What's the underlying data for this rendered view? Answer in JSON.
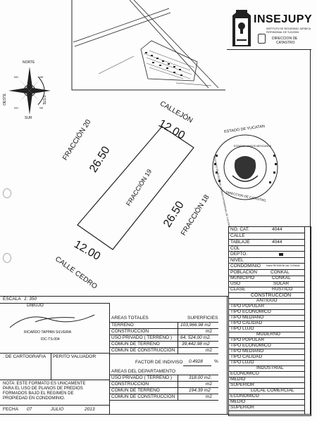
{
  "brand": {
    "name": "INSEJUPY",
    "subtitle_1": "INSTITUTO DE SEGURIDAD JURIDICA",
    "subtitle_2": "PATRIMONIAL DE YUCATAN",
    "subtitle_3": "DIRECCION DE",
    "subtitle_4": "CATASTRO"
  },
  "compass": {
    "north": "NORTE",
    "south": "SUR",
    "east": "ESTE",
    "west": "OESTE",
    "ne": "NE",
    "nw": "NO",
    "se": "SE",
    "so": "SO"
  },
  "plan": {
    "top_label": "CALLEJÓN",
    "top_dim": "12.00",
    "left_label": "FRACCIÓN 20",
    "left_dim": "26.50",
    "center_label": "FRACCIÓN 19",
    "right_dim": "26.50",
    "right_label": "FRACCIÓN 18",
    "bottom_dim": "12.00",
    "bottom_label": "CALLE CEDRO"
  },
  "seal": {
    "outer_top": "ESTADO DE YUCATAN",
    "inner": "ESTADOS UNIDOS MEXICANOS",
    "bottom": "DIRECCION DE CATASTRO",
    "ring": "INSTITUTO DE SEGURIDAD JURIDICA PATRIMONIAL DE YUCATAN"
  },
  "info": [
    {
      "label": "NO. CAT.",
      "value": "4044"
    },
    {
      "label": "CALLE",
      "value": ""
    },
    {
      "label": "TABLAJE",
      "value": "4044"
    },
    {
      "label": "COL",
      "value": ""
    },
    {
      "label": "DEPTO.",
      "value": ""
    },
    {
      "label": "NIVEL",
      "value": ""
    },
    {
      "label": "CONDOMINIO",
      "value": "Kanki RESIDENCIAL CONKAL"
    },
    {
      "label": "POBLACION",
      "value": "CONKAL"
    },
    {
      "label": "MUNICIPIO",
      "value": "CONKAL"
    },
    {
      "label": "USO",
      "value": "SOLAR"
    },
    {
      "label": "CLASE",
      "value": "RUSTICO"
    }
  ],
  "construction": {
    "header": "CONSTRUCCION",
    "sections": [
      {
        "title": "ANTIGUO",
        "items": [
          "TIPO POPULAR",
          "TIPO ECONOMICO",
          "TIPO MEDIANO",
          "TIPO CALIDAD",
          "TIPO LUJO"
        ]
      },
      {
        "title": "MODERNO",
        "items": [
          "TIPO POPULAR",
          "TIPO ECONOMICO",
          "TIPO MEDIANO",
          "TIPO CALIDAD",
          "TIPO LUJO"
        ]
      },
      {
        "title": "INDUSTRIAL",
        "items": [
          "ECONOMICO",
          "MEDIO",
          "SUPERIOR"
        ]
      },
      {
        "title": "LOCAL COMERCIAL",
        "items": [
          "ECONOMICO",
          "MEDIO",
          "SUPERIOR"
        ]
      }
    ]
  },
  "scale": {
    "label": "ESCALA",
    "value": "1: 350"
  },
  "drawn": {
    "label": "DIBUJO",
    "name": "RICARDO TAPPAN SILVEIRA",
    "code": "IDC-TS-004"
  },
  "departments": {
    "cartography": ". DE CARTOGRAFIA",
    "valuer": "PERITO VALUADOR"
  },
  "areas_totales": {
    "title": "AREAS TOTALES",
    "col": "SUPERFICIES",
    "rows": [
      {
        "label": "TERRENO",
        "value": "103,966.98 m2"
      },
      {
        "label": "CONSTRUCCION",
        "value": "m2"
      },
      {
        "label": "USO PRIVADO ( TERRENO )",
        "value": "64, 524.00 m2."
      },
      {
        "label": "COMUN DE TERRENO",
        "value": "39,442.98 m2"
      },
      {
        "label": "COMUN DE CONSTRUCCION",
        "value": "m2"
      }
    ]
  },
  "factor": {
    "label": "FACTOR DE INDIVISO",
    "value": "0.4928",
    "unit": "%"
  },
  "areas_depto": {
    "title": "AREAS DEL DEPARTAMENTO",
    "rows": [
      {
        "label": "USO PRIVADO ( TERRENO )",
        "value": "318.00 m2."
      },
      {
        "label": "CONSTRUCCION",
        "value": "m2"
      },
      {
        "label": "COMUN DE TERRENO",
        "value": "194.39 m2"
      },
      {
        "label": "COMUN DE CONSTRUCCION",
        "value": "m2"
      }
    ]
  },
  "note": {
    "l1": "NOTA: ESTE FORMATO ES UNICAMENTE",
    "l2": "PARA EL USO DE PLANOS DE PREDIOS",
    "l3": "FORMADOS BAJO EL REGIMEN DE",
    "l4": "PROPIEDAD EN CONDOMINIO."
  },
  "date": {
    "label": "FECHA",
    "day": "07",
    "month": "JULIO",
    "year": "2013"
  }
}
